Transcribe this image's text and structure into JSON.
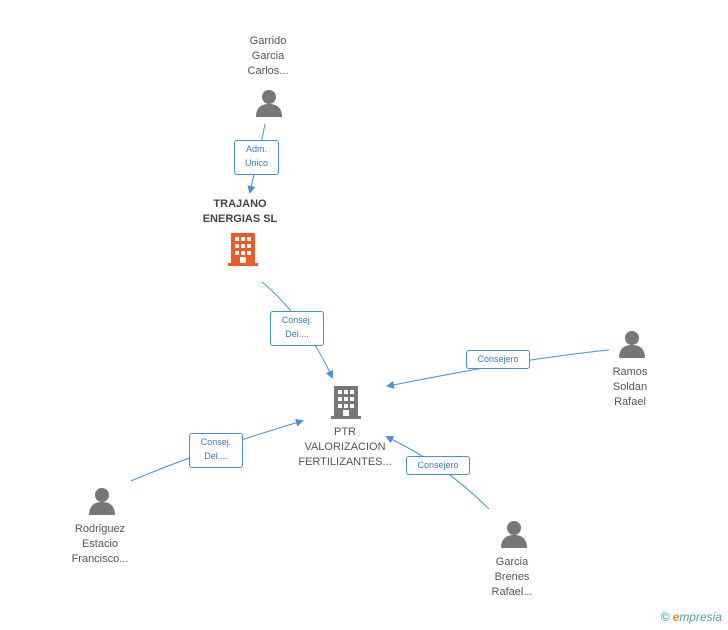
{
  "diagram": {
    "nodes": {
      "garrido": {
        "lines": [
          "Garrido",
          "Garcia",
          "Carlos..."
        ],
        "type": "person"
      },
      "trajano": {
        "lines": [
          "TRAJANO",
          "ENERGIAS SL"
        ],
        "type": "company-highlight"
      },
      "ptr": {
        "lines": [
          "PTR",
          "VALORIZACION",
          "FERTILIZANTES..."
        ],
        "type": "company"
      },
      "ramos": {
        "lines": [
          "Ramos",
          "Soldan",
          "Rafael"
        ],
        "type": "person"
      },
      "rodriguez": {
        "lines": [
          "Rodriguez",
          "Estacio",
          "Francisco..."
        ],
        "type": "person"
      },
      "garcia": {
        "lines": [
          "Garcia",
          "Brenes",
          "Rafael..."
        ],
        "type": "person"
      }
    },
    "edges": {
      "garrido_trajano": {
        "lines": [
          "Adm.",
          "Unico"
        ]
      },
      "trajano_ptr": {
        "lines": [
          "Consej.",
          "Del...."
        ]
      },
      "ramos_ptr": {
        "lines": [
          "Consejero"
        ]
      },
      "rodriguez_ptr": {
        "lines": [
          "Consej.",
          "Del...."
        ]
      },
      "garcia_ptr": {
        "lines": [
          "Consejero"
        ]
      }
    }
  },
  "watermark": {
    "copyright": "©",
    "brand_initial": "e",
    "brand_rest": "mpresia"
  },
  "colors": {
    "person_icon": "#777777",
    "company_icon": "#777777",
    "company_highlight": "#f05a28",
    "edge": "#4a90d9"
  }
}
